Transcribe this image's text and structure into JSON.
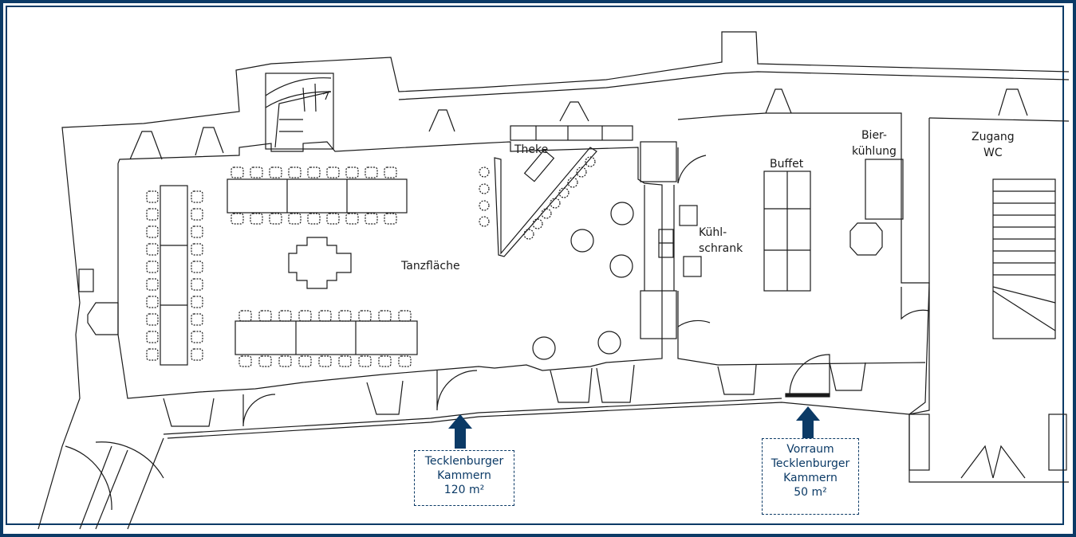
{
  "colors": {
    "frame": "#0b3a66",
    "lines": "#1a1a1a",
    "arrow": "#0b3a66"
  },
  "rooms": {
    "theke": "Theke",
    "tanzflaeche": "Tanzfläche",
    "kuehlschrank": "Kühl-\nschrank",
    "buffet": "Buffet",
    "bierkuehlung": "Bier-\nkühlung",
    "zugang_wc": "Zugang\nWC"
  },
  "callouts": {
    "main": {
      "lines": [
        "Tecklenburger",
        "Kammern",
        "120 m²"
      ]
    },
    "vorraum": {
      "lines": [
        "Vorraum",
        "Tecklenburger",
        "Kammern",
        "50 m²"
      ]
    }
  },
  "icons": {
    "entrance_arrow": "arrow-up-icon"
  }
}
